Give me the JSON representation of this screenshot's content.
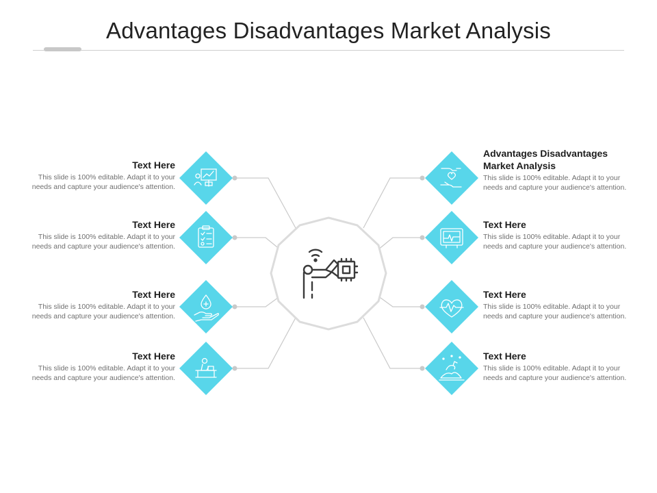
{
  "slide": {
    "title": "Advantages Disadvantages Market Analysis"
  },
  "colors": {
    "accent": "#58d6ea",
    "connector": "#c9c9c9",
    "center_fill": "#ffffff",
    "center_stroke": "#dcdcdc"
  },
  "center": {
    "icon": "robotic-arm-chip-icon"
  },
  "items": [
    {
      "side": "left",
      "title": "Text Here",
      "desc_line1": "This slide is 100% editable. Adapt it to your",
      "desc_line2": "needs and capture your audience's attention.",
      "icon": "presentation-team-icon"
    },
    {
      "side": "left",
      "title": "Text Here",
      "desc_line1": "This slide is 100% editable. Adapt it to your",
      "desc_line2": "needs and capture your audience's attention.",
      "icon": "clipboard-checklist-icon"
    },
    {
      "side": "left",
      "title": "Text Here",
      "desc_line1": "This slide is 100% editable. Adapt it to your",
      "desc_line2": "needs and capture your audience's attention.",
      "icon": "hand-drop-care-icon"
    },
    {
      "side": "left",
      "title": "Text Here",
      "desc_line1": "This slide is 100% editable. Adapt it to your",
      "desc_line2": "needs and capture your audience's attention.",
      "icon": "person-at-desk-icon"
    },
    {
      "side": "right",
      "title_line1": "Advantages Disadvantages",
      "title_line2": "Market Analysis",
      "desc_line1": "This slide is 100% editable. Adapt it to your",
      "desc_line2": "needs and capture your audience's attention.",
      "icon": "hands-heart-icon"
    },
    {
      "side": "right",
      "title": "Text Here",
      "desc_line1": "This slide is 100% editable. Adapt it to your",
      "desc_line2": "needs and capture your audience's attention.",
      "icon": "heart-monitor-screen-icon"
    },
    {
      "side": "right",
      "title": "Text Here",
      "desc_line1": "This slide is 100% editable. Adapt it to your",
      "desc_line2": "needs and capture your audience's attention.",
      "icon": "heartbeat-icon"
    },
    {
      "side": "right",
      "title": "Text Here",
      "desc_line1": "This slide is 100% editable. Adapt it to your",
      "desc_line2": "needs and capture your audience's attention.",
      "icon": "island-landscape-icon"
    }
  ]
}
